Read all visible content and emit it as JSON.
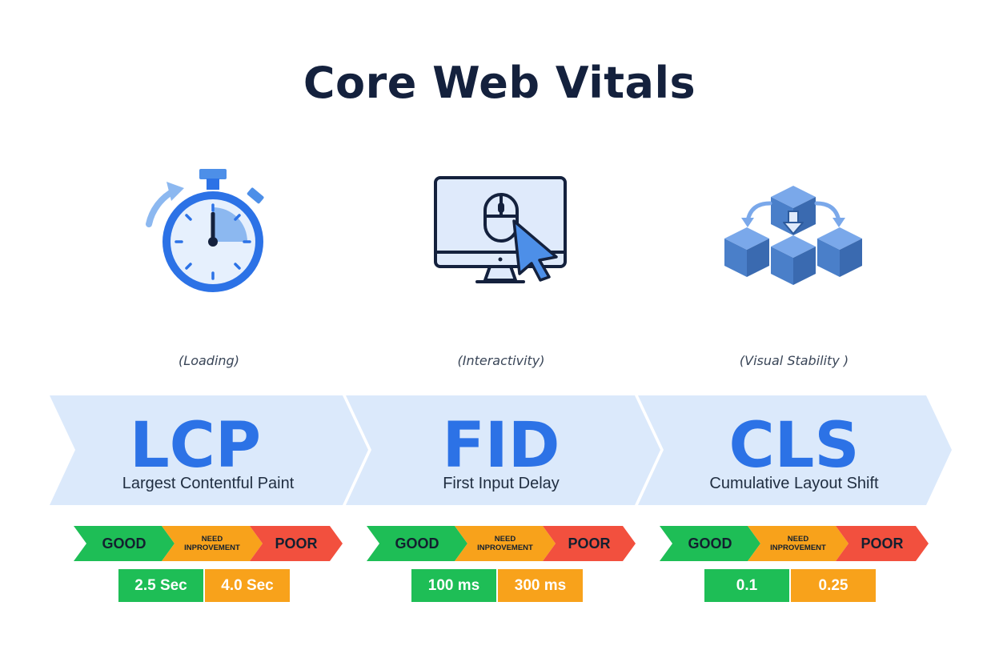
{
  "title": "Core Web Vitals",
  "colors": {
    "title": "#14213d",
    "accent": "#2c72e6",
    "band": "#dbe9fb",
    "good": "#1ebe56",
    "needs_improvement": "#f8a21b",
    "poor": "#f2503e"
  },
  "metrics": [
    {
      "icon": "stopwatch-icon",
      "category": "(Loading)",
      "abbr": "LCP",
      "name": "Largest Contentful Paint",
      "ratings": {
        "good": "GOOD",
        "needs_1": "NEED",
        "needs_2": "INPROVEMENT",
        "poor": "POOR"
      },
      "thresholds": [
        "2.5 Sec",
        "4.0 Sec"
      ]
    },
    {
      "icon": "monitor-mouse-cursor-icon",
      "category": "(Interactivity)",
      "abbr": "FID",
      "name": "First Input Delay",
      "ratings": {
        "good": "GOOD",
        "needs_1": "NEED",
        "needs_2": "INPROVEMENT",
        "poor": "POOR"
      },
      "thresholds": [
        "100 ms",
        "300 ms"
      ]
    },
    {
      "icon": "shifting-cubes-icon",
      "category": "(Visual Stability )",
      "abbr": "CLS",
      "name": "Cumulative Layout Shift",
      "ratings": {
        "good": "GOOD",
        "needs_1": "NEED",
        "needs_2": "INPROVEMENT",
        "poor": "POOR"
      },
      "thresholds": [
        "0.1",
        "0.25"
      ]
    }
  ]
}
